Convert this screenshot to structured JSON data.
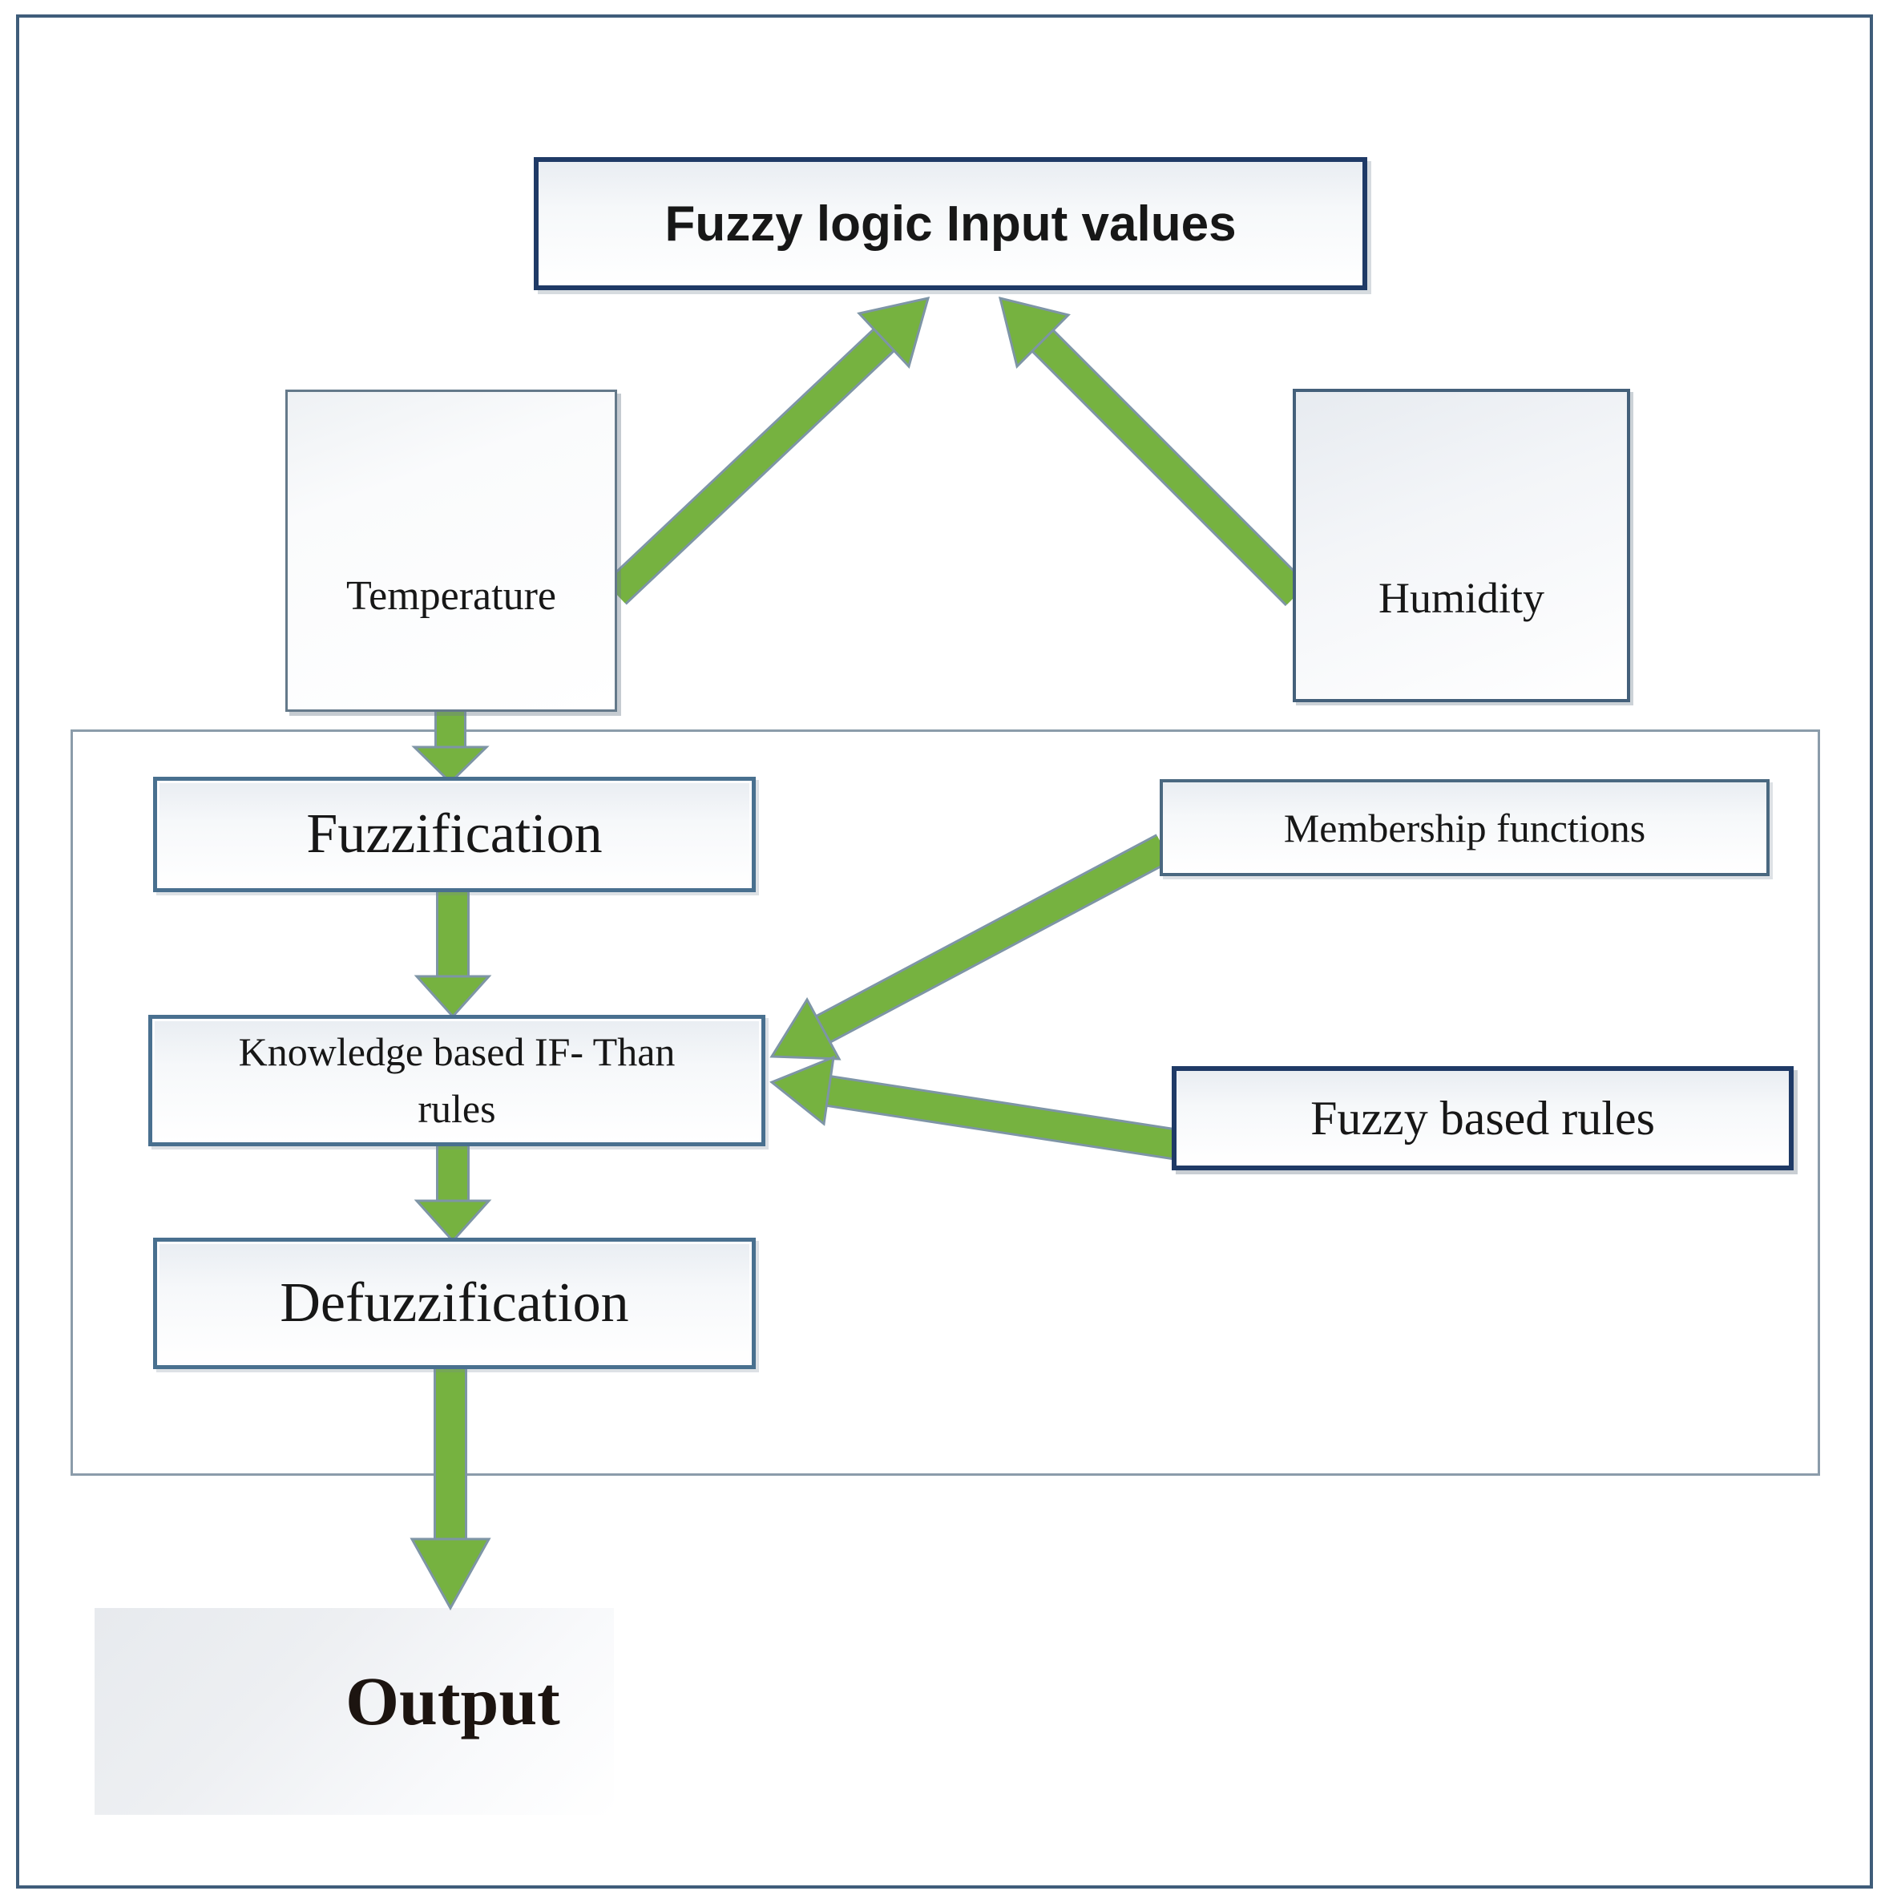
{
  "diagram": {
    "nodes": {
      "input": {
        "label": "Fuzzy logic Input values"
      },
      "temperature": {
        "label": "Temperature"
      },
      "humidity": {
        "label": "Humidity"
      },
      "fuzzification": {
        "label": "Fuzzification"
      },
      "knowledge": {
        "label": "Knowledge based IF- Than rules",
        "line1": "Knowledge based IF- Than",
        "line2": "rules"
      },
      "defuzzification": {
        "label": "Defuzzification"
      },
      "membership": {
        "label": "Membership functions"
      },
      "fuzzy_rules": {
        "label": "Fuzzy based rules"
      },
      "output": {
        "label": "Output"
      }
    },
    "edges": [
      {
        "from": "temperature",
        "to": "input"
      },
      {
        "from": "humidity",
        "to": "input"
      },
      {
        "from": "temperature",
        "to": "fuzzification"
      },
      {
        "from": "fuzzification",
        "to": "knowledge"
      },
      {
        "from": "membership",
        "to": "knowledge"
      },
      {
        "from": "fuzzy_rules",
        "to": "knowledge"
      },
      {
        "from": "knowledge",
        "to": "defuzzification"
      },
      {
        "from": "defuzzification",
        "to": "output"
      }
    ],
    "colors": {
      "arrow-green": "#76b240",
      "arrow-outline": "#7e95a6",
      "navy-border": "#1f3a66",
      "slate-border": "#49708f",
      "box-border-gray": "#64798a",
      "container-border": "#8b9caa",
      "frame-border": "#3f5d7a",
      "box-fill-top": "#e9edf2",
      "text": "#171717"
    }
  }
}
